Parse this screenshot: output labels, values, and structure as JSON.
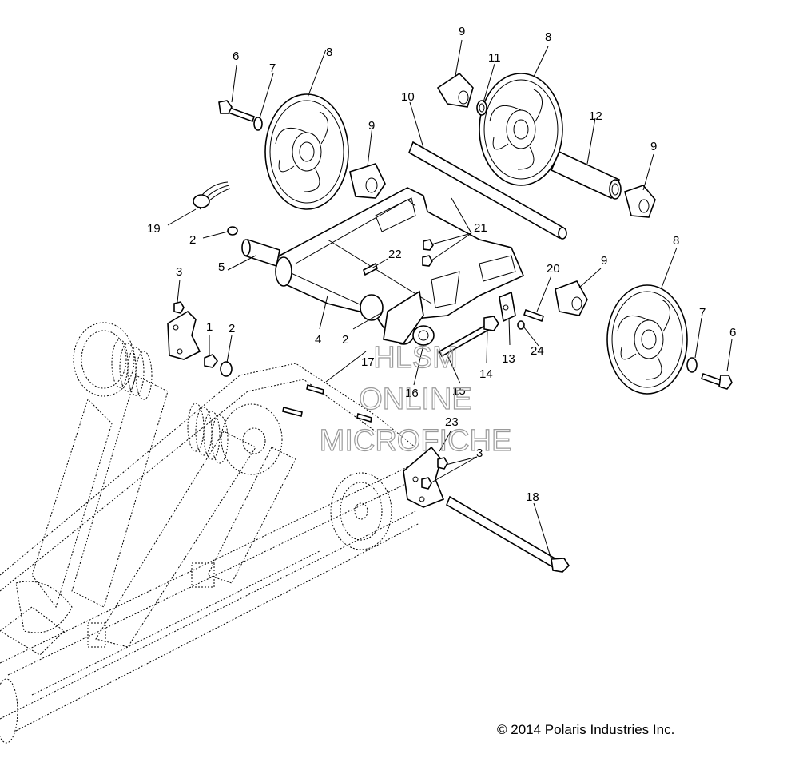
{
  "diagram": {
    "callouts": [
      {
        "id": "c6a",
        "text": "6"
      },
      {
        "id": "c7a",
        "text": "7"
      },
      {
        "id": "c8a",
        "text": "8"
      },
      {
        "id": "c9a",
        "text": "9"
      },
      {
        "id": "c11",
        "text": "11"
      },
      {
        "id": "c8b",
        "text": "8"
      },
      {
        "id": "c10",
        "text": "10"
      },
      {
        "id": "c9b",
        "text": "9"
      },
      {
        "id": "c12",
        "text": "12"
      },
      {
        "id": "c9c",
        "text": "9"
      },
      {
        "id": "c19",
        "text": "19"
      },
      {
        "id": "c2a",
        "text": "2"
      },
      {
        "id": "c21",
        "text": "21"
      },
      {
        "id": "c5",
        "text": "5"
      },
      {
        "id": "c22",
        "text": "22"
      },
      {
        "id": "c8c",
        "text": "8"
      },
      {
        "id": "c20",
        "text": "20"
      },
      {
        "id": "c9d",
        "text": "9"
      },
      {
        "id": "c3a",
        "text": "3"
      },
      {
        "id": "c1",
        "text": "1"
      },
      {
        "id": "c2b",
        "text": "2"
      },
      {
        "id": "c4",
        "text": "4"
      },
      {
        "id": "c2c",
        "text": "2"
      },
      {
        "id": "c7b",
        "text": "7"
      },
      {
        "id": "c6b",
        "text": "6"
      },
      {
        "id": "c13",
        "text": "13"
      },
      {
        "id": "c14",
        "text": "14"
      },
      {
        "id": "c24",
        "text": "24"
      },
      {
        "id": "c16",
        "text": "16"
      },
      {
        "id": "c15",
        "text": "15"
      },
      {
        "id": "c17",
        "text": "17"
      },
      {
        "id": "c23",
        "text": "23"
      },
      {
        "id": "c3b",
        "text": "3"
      },
      {
        "id": "c18",
        "text": "18"
      }
    ],
    "watermark": {
      "line1": "HLSM",
      "line2": "ONLINE",
      "line3": "MICROFICHE"
    },
    "copyright": "© 2014 Polaris Industries Inc."
  }
}
